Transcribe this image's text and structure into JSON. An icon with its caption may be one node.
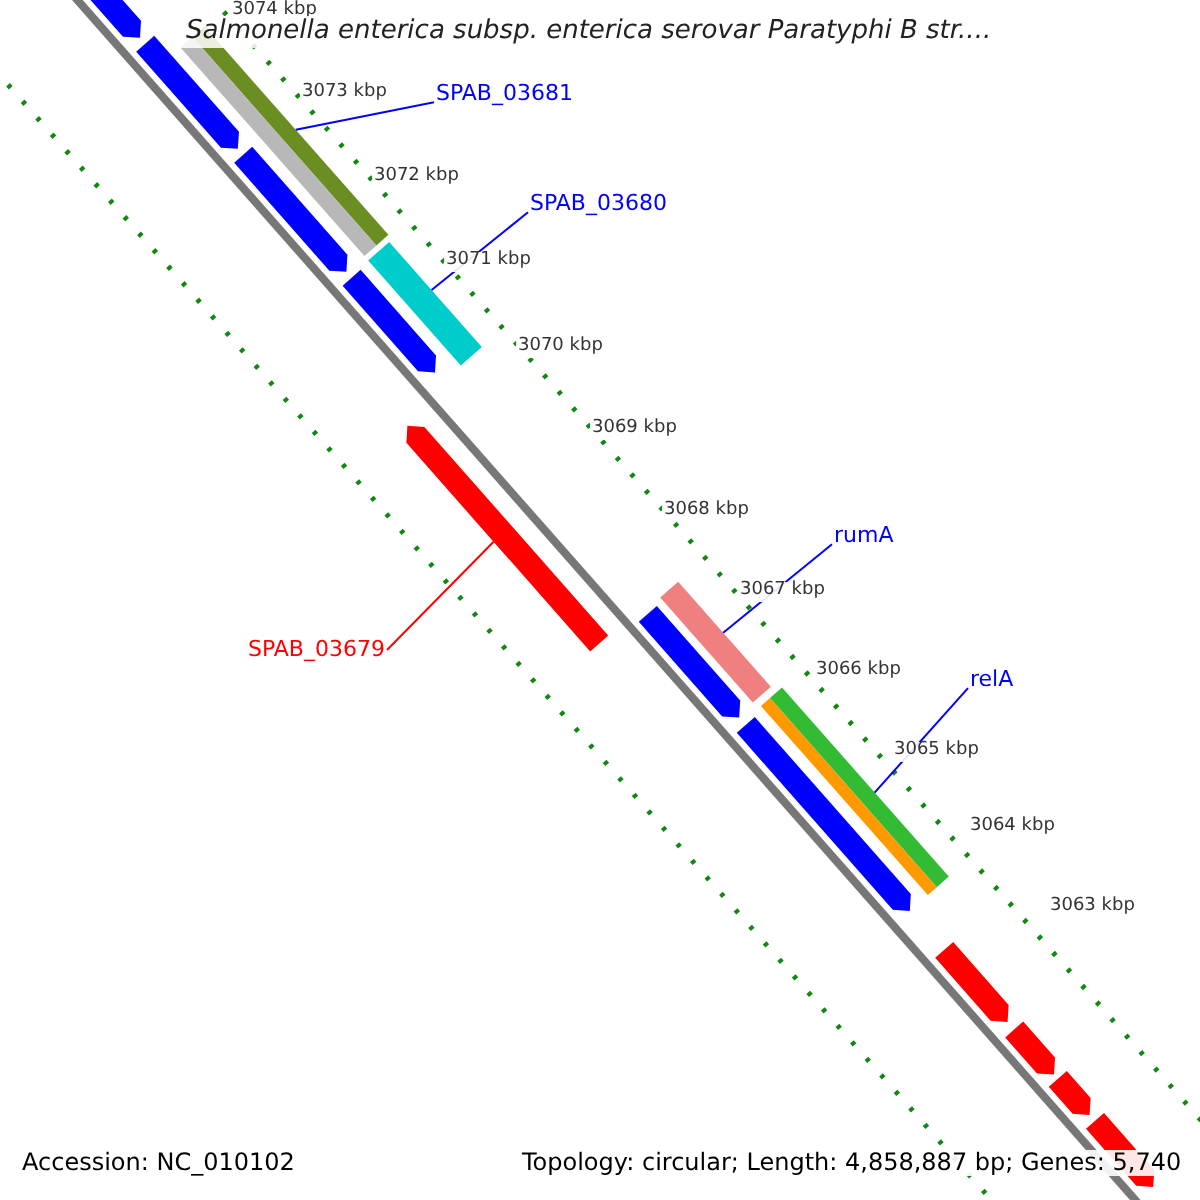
{
  "diagram": {
    "title": "Salmonella enterica subsp. enterica serovar Paratyphi B str....",
    "nodes": [
      {
        "text": [
          "SPAB_03681"
        ]
      },
      {
        "text": [],
        "shape": "bar"
      },
      {
        "text": [
          "SPAB_03680"
        ]
      },
      {
        "text": [],
        "shape": "bar"
      },
      {
        "text": [
          "rumA"
        ]
      },
      {
        "text": [],
        "shape": "bar"
      },
      {
        "text": [
          "SPAB_03679"
        ]
      },
      {
        "text": [],
        "shape": "bar"
      },
      {
        "text": [
          "relA"
        ]
      },
      {
        "text": [],
        "shape": "bar"
      },
      {
        "text": [],
        "shape": "arrow"
      },
      {
        "text": [],
        "shape": "arrow"
      },
      {
        "text": [],
        "shape": "arrow"
      },
      {
        "text": [],
        "shape": "arrow"
      },
      {
        "text": [],
        "shape": "arrow"
      },
      {
        "text": [],
        "shape": "arrow"
      },
      {
        "text": [],
        "shape": "bar"
      },
      {
        "text": [],
        "shape": "bar"
      },
      {
        "text": [],
        "shape": "arrow"
      },
      {
        "text": [],
        "shape": "arrow"
      },
      {
        "text": [],
        "shape": "arrow"
      },
      {
        "text": [],
        "shape": "arrow"
      }
    ],
    "edges": [
      {
        "from": 0,
        "to": 1,
        "arrow": "none"
      },
      {
        "from": 2,
        "to": 3,
        "arrow": "none"
      },
      {
        "from": 4,
        "to": 5,
        "arrow": "none"
      },
      {
        "from": 6,
        "to": 7,
        "arrow": "none",
        "color": "#ff0000"
      },
      {
        "from": 8,
        "to": 9,
        "arrow": "none"
      }
    ],
    "labels": [
      "3074 kbp",
      "3073 kbp",
      "3072 kbp",
      "3071 kbp",
      "3070 kbp",
      "3069 kbp",
      "3068 kbp",
      "3067 kbp",
      "3066 kbp",
      "3065 kbp",
      "3064 kbp",
      "3063 kbp",
      "Accession: NC_010102",
      "Topology: circular; Length: 4,858,887 bp; Genes: 5,740"
    ]
  }
}
